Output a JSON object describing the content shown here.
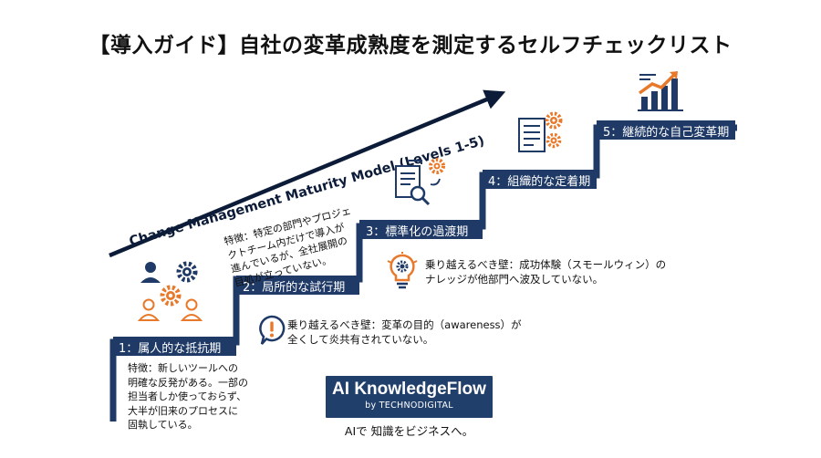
{
  "title": "【導入ガイド】自社の変革成熟度を測定するセルフチェックリスト",
  "model_label": "Change Management Maturity Model (Levels 1-5)",
  "levels": [
    {
      "label": "1：属人的な抵抗期"
    },
    {
      "label": "2：局所的な試行期"
    },
    {
      "label": "3：標準化の過渡期"
    },
    {
      "label": "4：組織的な定着期"
    },
    {
      "label": "5：継続的な自己変革期"
    }
  ],
  "notes": {
    "level1": [
      "特徴：新しいツールへの",
      "明確な反発がある。一部の",
      "担当者しか使っておらず、",
      "大半が旧来のプロセスに",
      "固執している。"
    ],
    "level2": [
      "特徴：特定の部門やプロジェ",
      "クトチーム内だけで導入が",
      "進んでいるが、全社展開の",
      "目処が立っていない。"
    ]
  },
  "walls": {
    "wall1": [
      "乗り越えるべき壁：変革の目的（awareness）が",
      "全くして炎共有されていない。"
    ],
    "wall2": [
      "乗り越えるべき壁：成功体験（スモールウィン）の",
      "ナレッジが他部門へ波及していない。"
    ]
  },
  "icons": {
    "people": "team-gears-icon",
    "documents": "document-search-icon",
    "checklist": "checklist-gear-icon",
    "growth": "growth-chart-icon",
    "warning": "exclamation-bubble-icon",
    "idea": "lightbulb-gear-icon"
  },
  "logo": {
    "name": "AI KnowledgeFlow",
    "by": "by TECHNODIGITAL",
    "tagline": "AIで 知識をビジネスへ。"
  },
  "colors": {
    "navy": "#1f3a66",
    "orange": "#e8792a",
    "dark": "#0c1c38"
  }
}
